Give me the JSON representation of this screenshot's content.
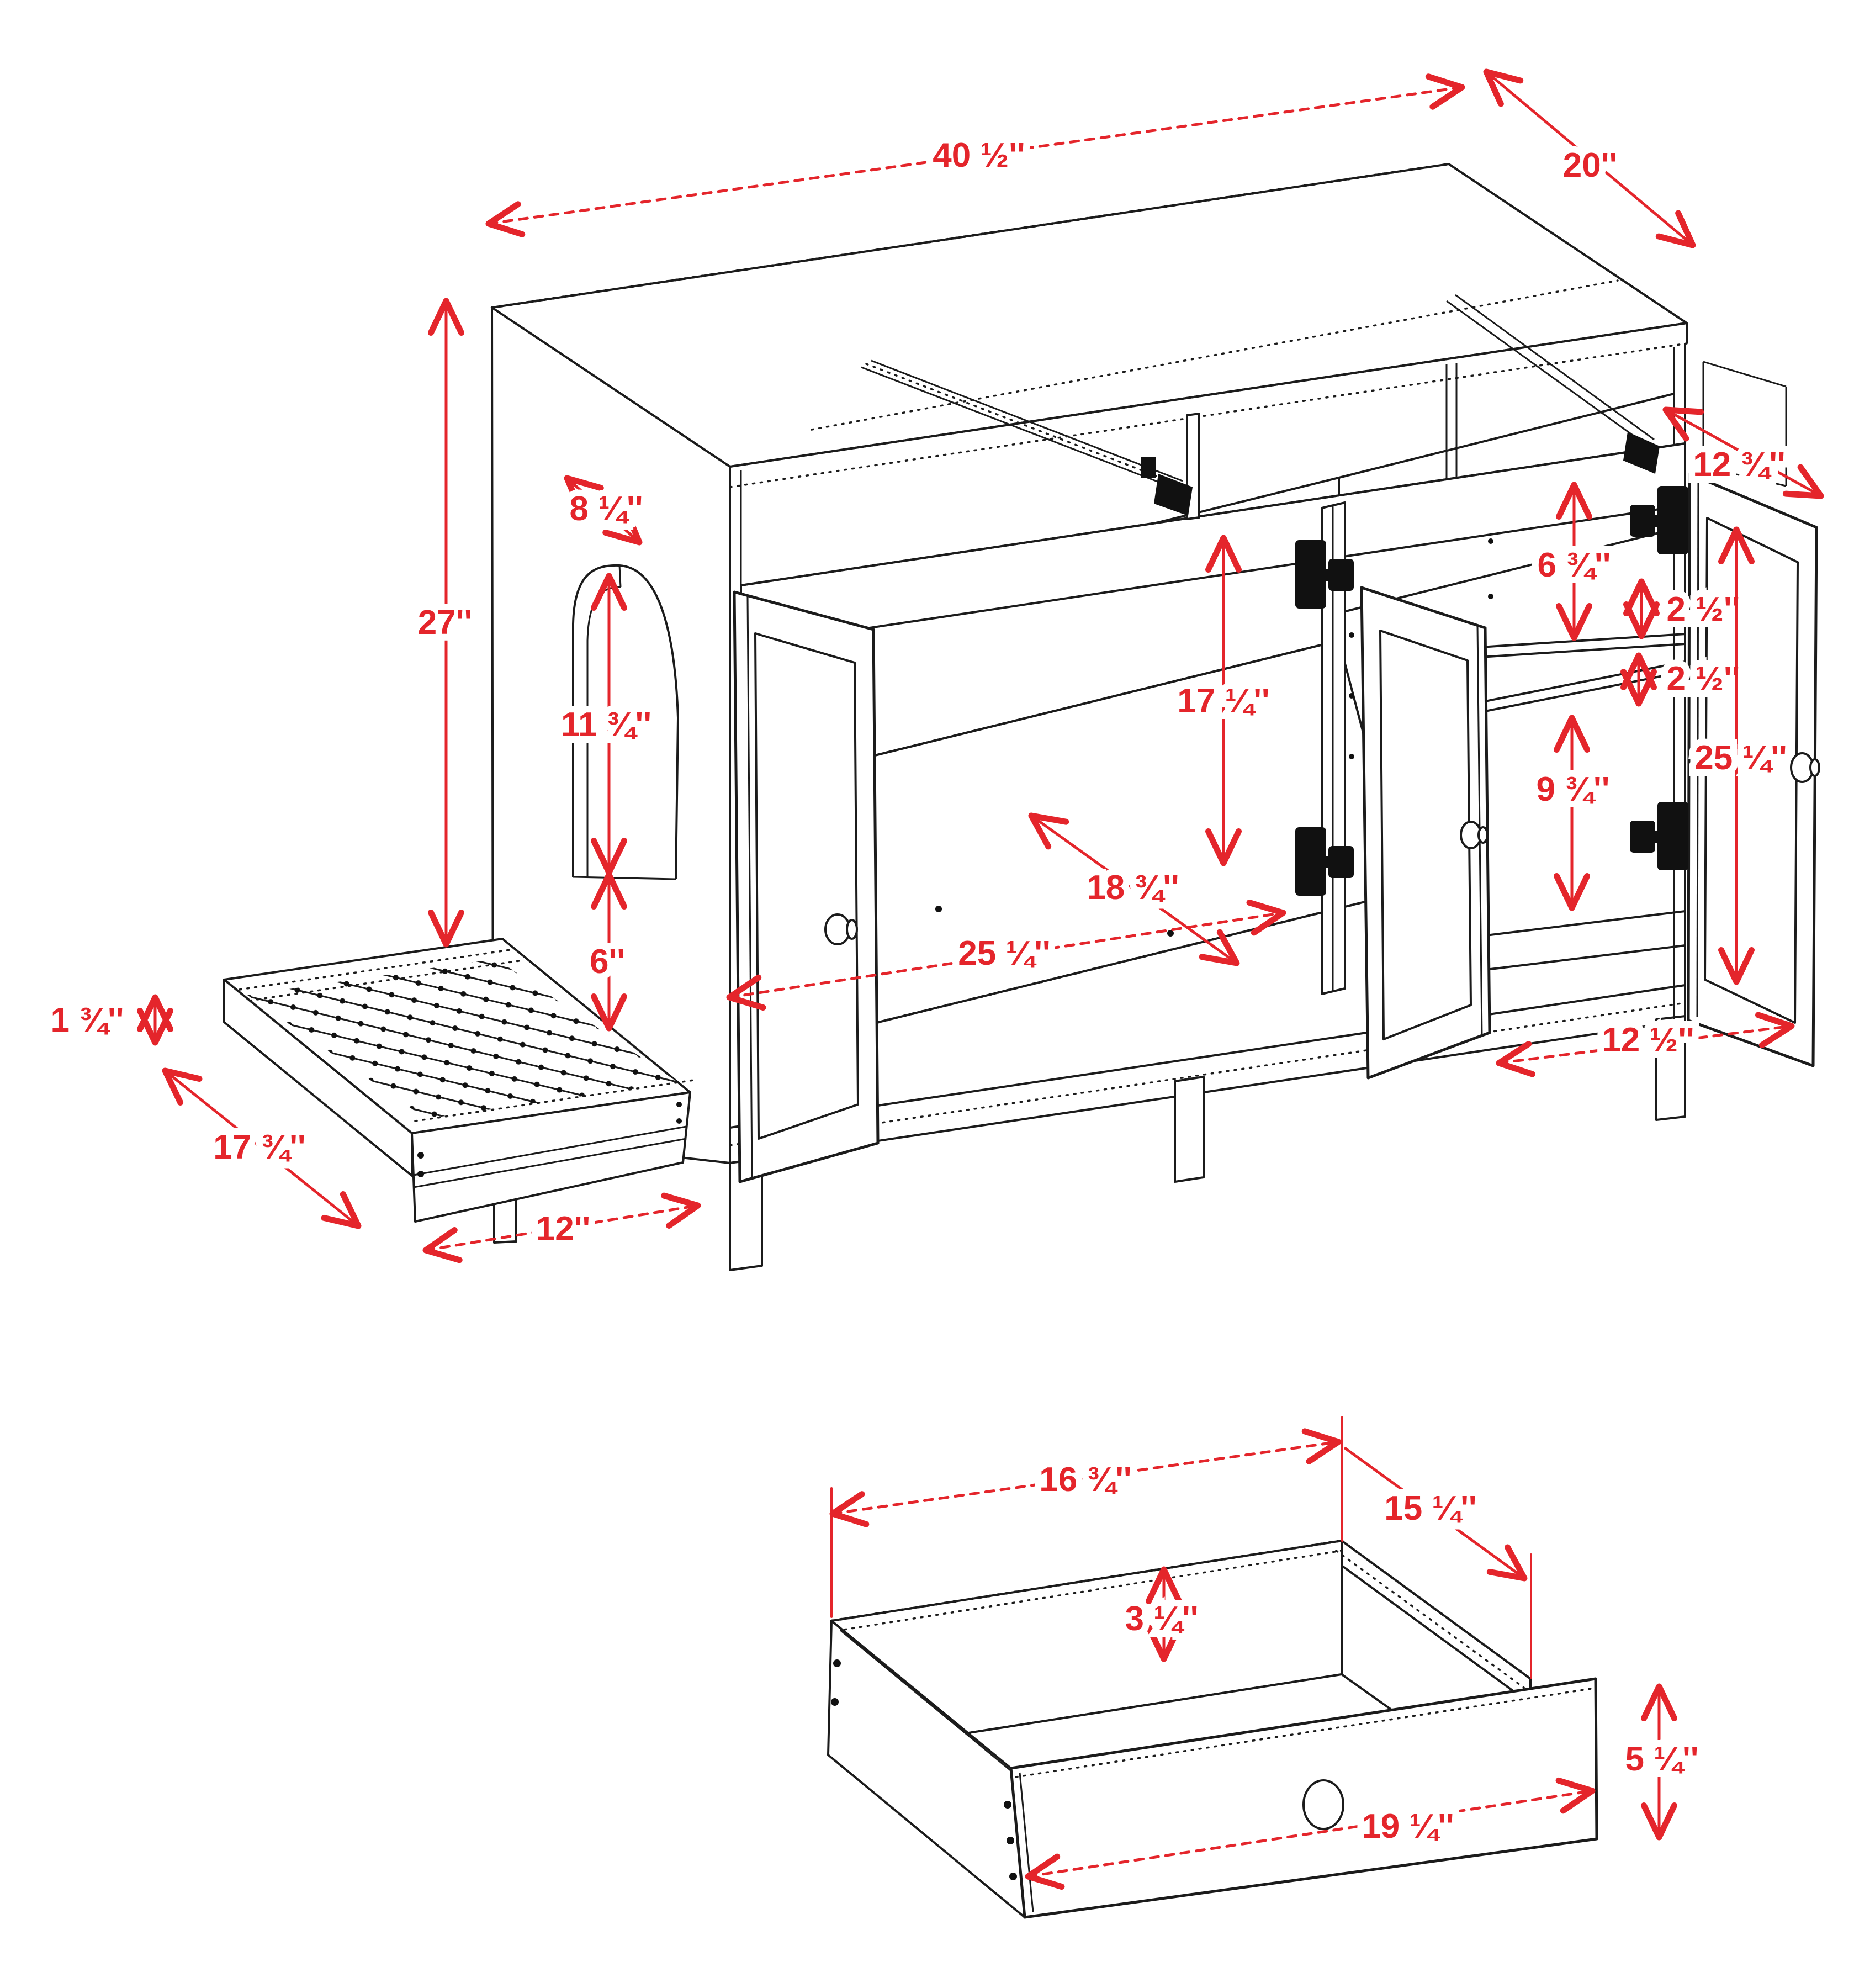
{
  "diagram_title": "Cabinet with cat-door side panel, pull-out slatted tray and drawer - dimension diagram",
  "colors": {
    "dimension_red": "#e4252b",
    "line_black": "#1b1b1b",
    "background": "#ffffff"
  },
  "cabinet": {
    "dims": {
      "top_width": "40 ½''",
      "top_depth": "20''",
      "overall_height": "27''",
      "hole_top_offset": "8 ¼''",
      "hole_height": "11 ¾''",
      "hole_bottom_offset": "6''",
      "tray_thickness": "1 ¾''",
      "tray_depth": "17 ¾''",
      "tray_width": "12''",
      "top_drawer_depth": "12 ¾''",
      "upper_shelf_space": "6 ¾''",
      "shelf_gap_upper": "2 ½''",
      "shelf_gap_lower": "2 ½''",
      "interior_height": "17 ¼''",
      "lower_shelf_space": "9 ¾''",
      "door_height": "25 ¼''",
      "interior_depth": "18 ¾''",
      "interior_width": "25 ¼''",
      "right_section_width": "12 ½''"
    }
  },
  "drawer": {
    "dims": {
      "inner_width": "16 ¾''",
      "inner_depth": "15 ¼''",
      "inner_height": "3 ¼''",
      "front_height": "5 ¼''",
      "front_width": "19 ¼''"
    }
  }
}
